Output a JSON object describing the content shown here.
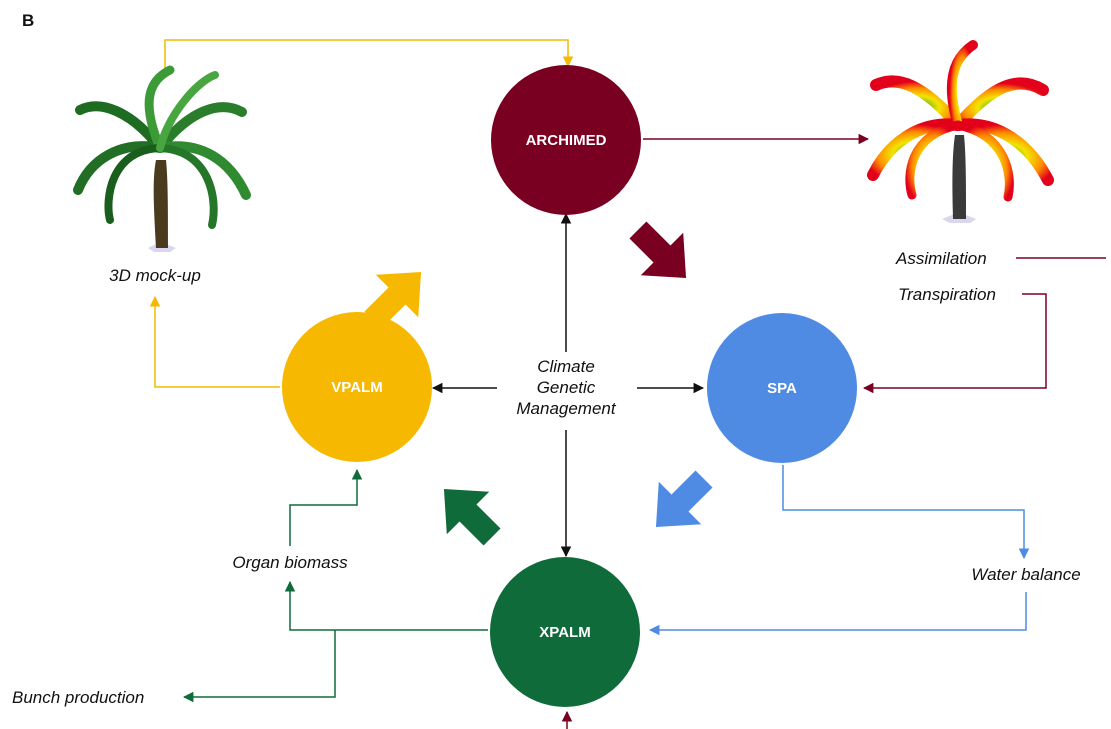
{
  "figure": {
    "panel_label": "B"
  },
  "nodes": {
    "archimed": {
      "label": "ARCHIMED",
      "color": "#7a0022"
    },
    "spa": {
      "label": "SPA",
      "color": "#4f8be3"
    },
    "xpalm": {
      "label": "XPALM",
      "color": "#0f6b3a"
    },
    "vpalm": {
      "label": "VPALM",
      "color": "#f6b800"
    }
  },
  "center": {
    "lines": [
      "Climate",
      "Genetic",
      "Management"
    ]
  },
  "labels": {
    "mockup": "3D mock-up",
    "assimilation": "Assimilation",
    "transpiration": "Transpiration",
    "water_balance": "Water balance",
    "organ_biomass": "Organ biomass",
    "bunch_production": "Bunch production"
  },
  "icons": {
    "green_palm": "palm-tree-3d-icon",
    "heat_palm": "palm-tree-heatmap-icon"
  }
}
